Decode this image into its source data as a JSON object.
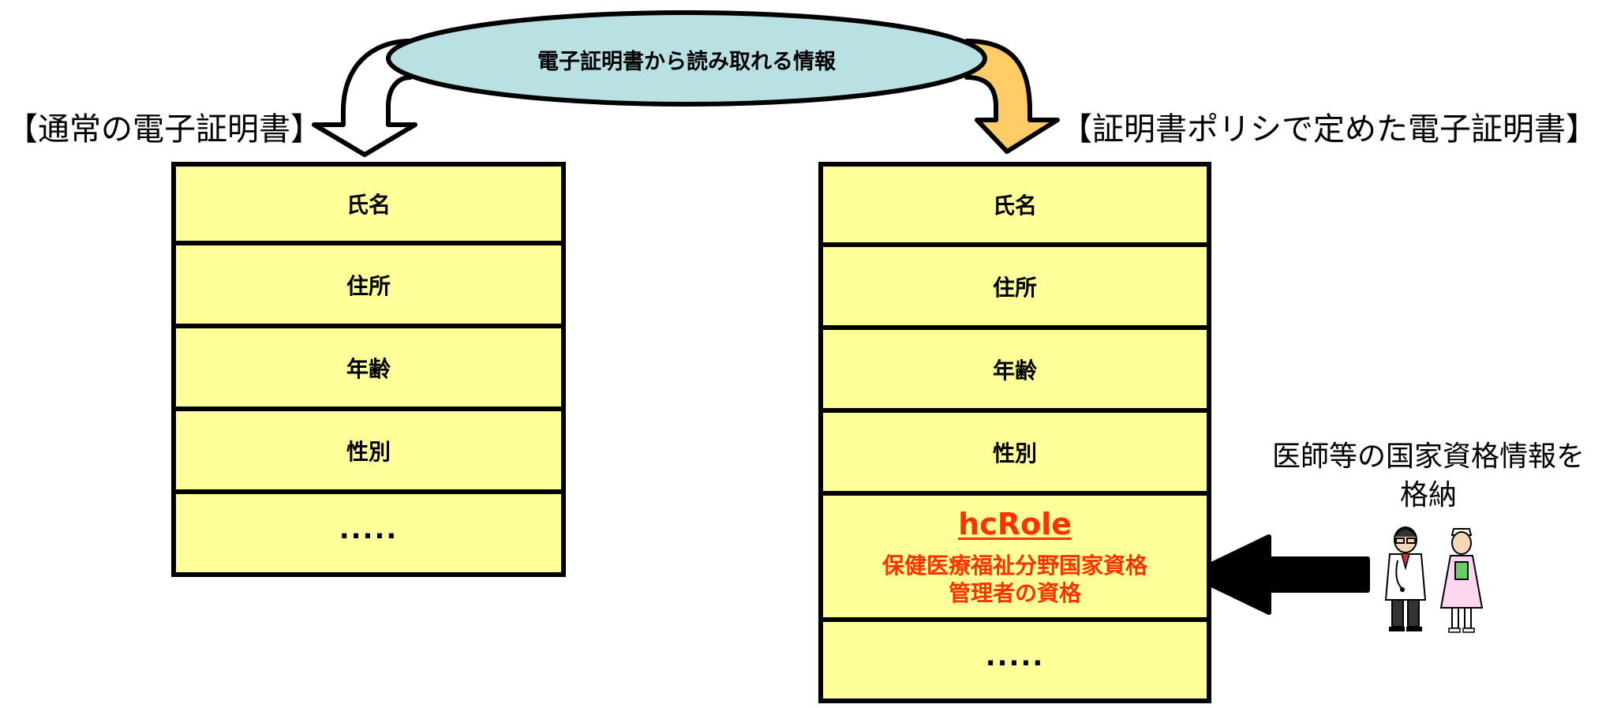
{
  "colors": {
    "ellipse_fill": "#b9e0e3",
    "cell_fill": "#ffff99",
    "border": "#000000",
    "right_arrow_fill": "#ffcc66",
    "highlight_text": "#ff3300"
  },
  "top_label": "電子証明書から読み取れる情報",
  "left_heading": "【通常の電子証明書】",
  "right_heading": "【証明書ポリシで定めた電子証明書】",
  "left_fields": [
    "氏名",
    "住所",
    "年齢",
    "性別",
    "....."
  ],
  "right_fields": [
    "氏名",
    "住所",
    "年齢",
    "性別"
  ],
  "role_cell": {
    "term": "hcRole",
    "line1": "保健医療福祉分野国家資格",
    "line2": "管理者の資格"
  },
  "right_last_field": ".....",
  "side_note": {
    "line1": "医師等の国家資格情報を",
    "line2": "格納"
  },
  "icons": [
    "doctor-icon",
    "nurse-icon"
  ]
}
